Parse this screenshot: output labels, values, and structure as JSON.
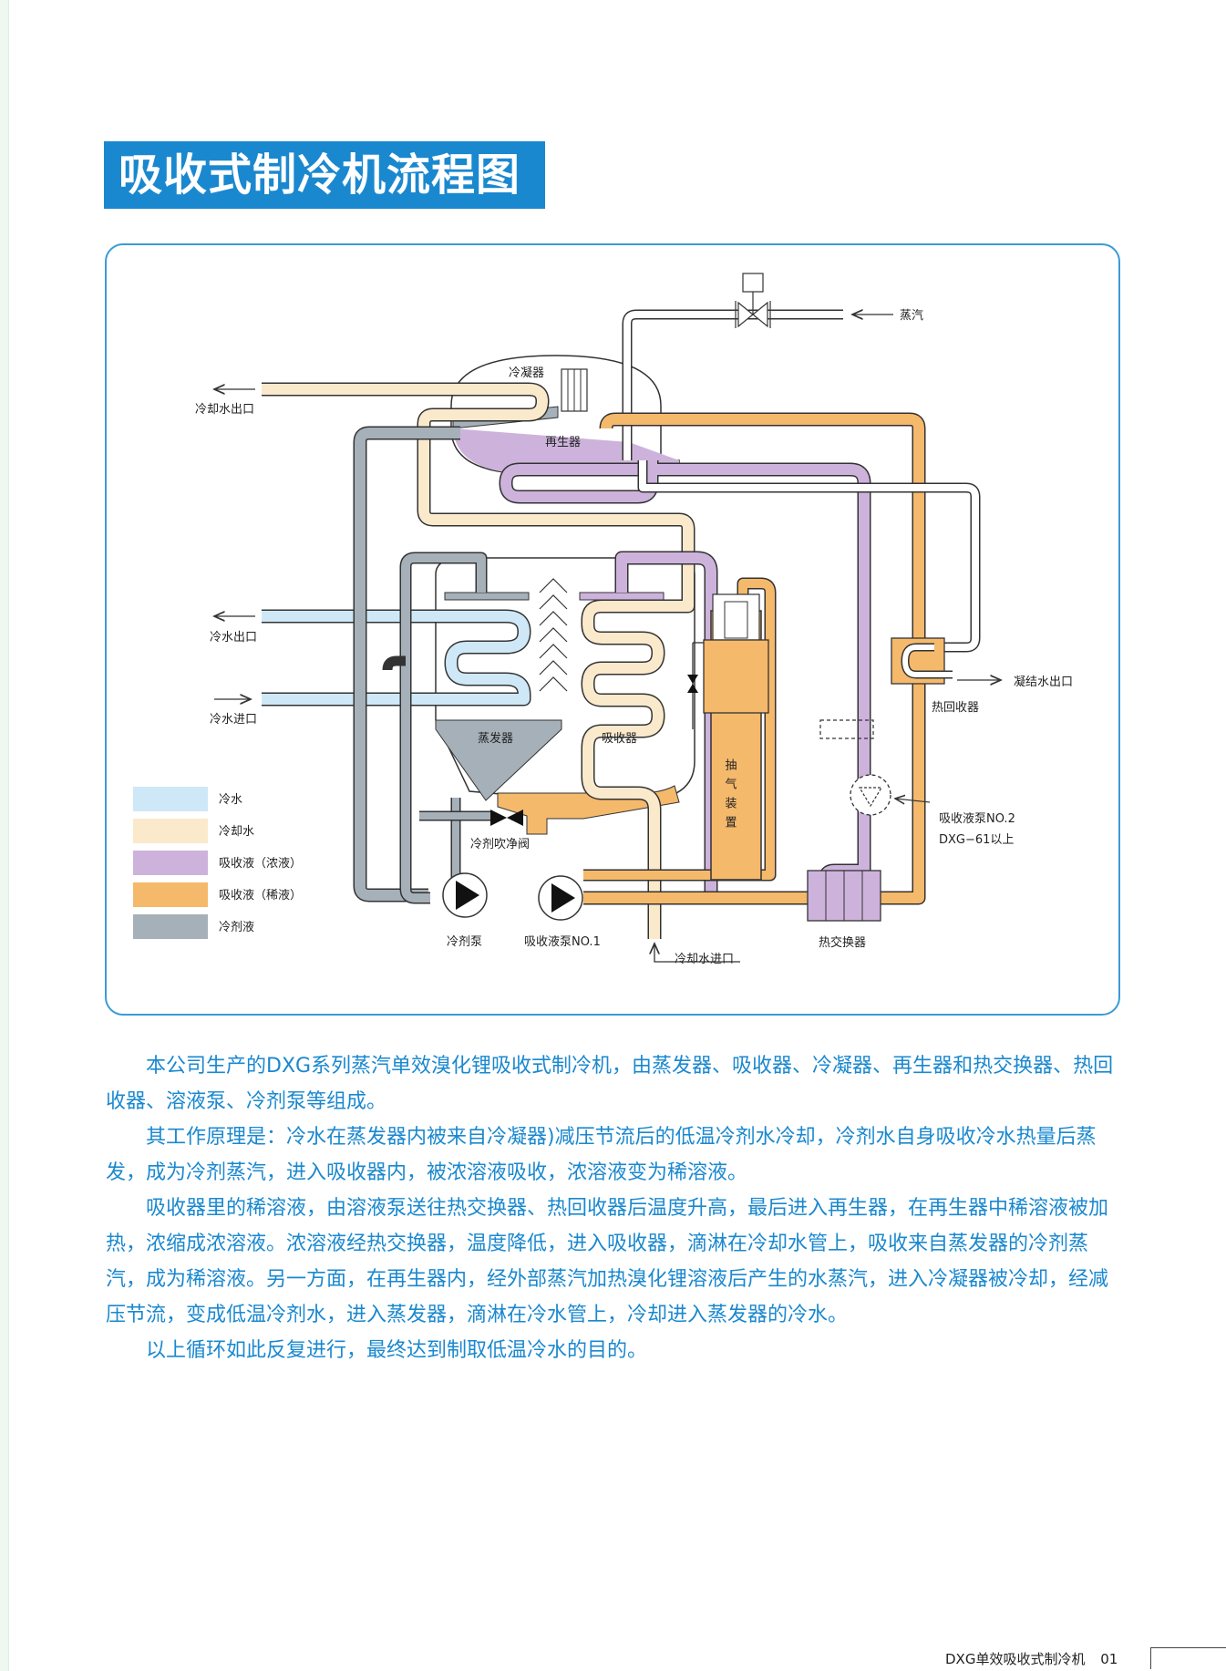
{
  "title": "吸收式制冷机流程图",
  "diagram": {
    "labels": {
      "steam": "蒸汽",
      "condenser": "冷凝器",
      "cooling_water_out": "冷却水出口",
      "regenerator": "再生器",
      "chilled_water_out": "冷水出口",
      "chilled_water_in": "冷水进口",
      "evaporator": "蒸发器",
      "absorber": "吸收器",
      "purge_unit": "抽气装置",
      "condensate_out": "凝结水出口",
      "heat_recovery": "热回收器",
      "absorbent_pump_no2": "吸收液泵NO.2",
      "dxg61_above": "DXG−61以上",
      "refrigerant_purge_valve": "冷剂吹净阀",
      "refrigerant_pump": "冷剂泵",
      "absorbent_pump_no1": "吸收液泵NO.1",
      "cooling_water_in": "冷却水进口",
      "heat_exchanger": "热交换器"
    },
    "legend": [
      {
        "label": "冷水",
        "color": "#cfe8f8"
      },
      {
        "label": "冷却水",
        "color": "#fbe9cc"
      },
      {
        "label": "吸收液（浓液）",
        "color": "#cdb3dc"
      },
      {
        "label": "吸收液（稀液）",
        "color": "#f5b96b"
      },
      {
        "label": "冷剂液",
        "color": "#a6b0b8"
      }
    ]
  },
  "paragraphs": [
    "本公司生产的DXG系列蒸汽单效溴化锂吸收式制冷机，由蒸发器、吸收器、冷凝器、再生器和热交换器、热回收器、溶液泵、冷剂泵等组成。",
    "其工作原理是：冷水在蒸发器内被来自冷凝器)减压节流后的低温冷剂水冷却，冷剂水自身吸收冷水热量后蒸发，成为冷剂蒸汽，进入吸收器内，被浓溶液吸收，浓溶液变为稀溶液。",
    "吸收器里的稀溶液，由溶液泵送往热交换器、热回收器后温度升高，最后进入再生器，在再生器中稀溶液被加热，浓缩成浓溶液。浓溶液经热交换器，温度降低，进入吸收器，滴淋在冷却水管上，吸收来自蒸发器的冷剂蒸汽，成为稀溶液。另一方面，在再生器内，经外部蒸汽加热溴化锂溶液后产生的水蒸汽，进入冷凝器被冷却，经减压节流，变成低温冷剂水，进入蒸发器，滴淋在冷水管上，冷却进入蒸发器的冷水。",
    "以上循环如此反复进行，最终达到制取低温冷水的目的。"
  ],
  "footer": {
    "product": "DXG单效吸收式制冷机",
    "page": "01"
  }
}
